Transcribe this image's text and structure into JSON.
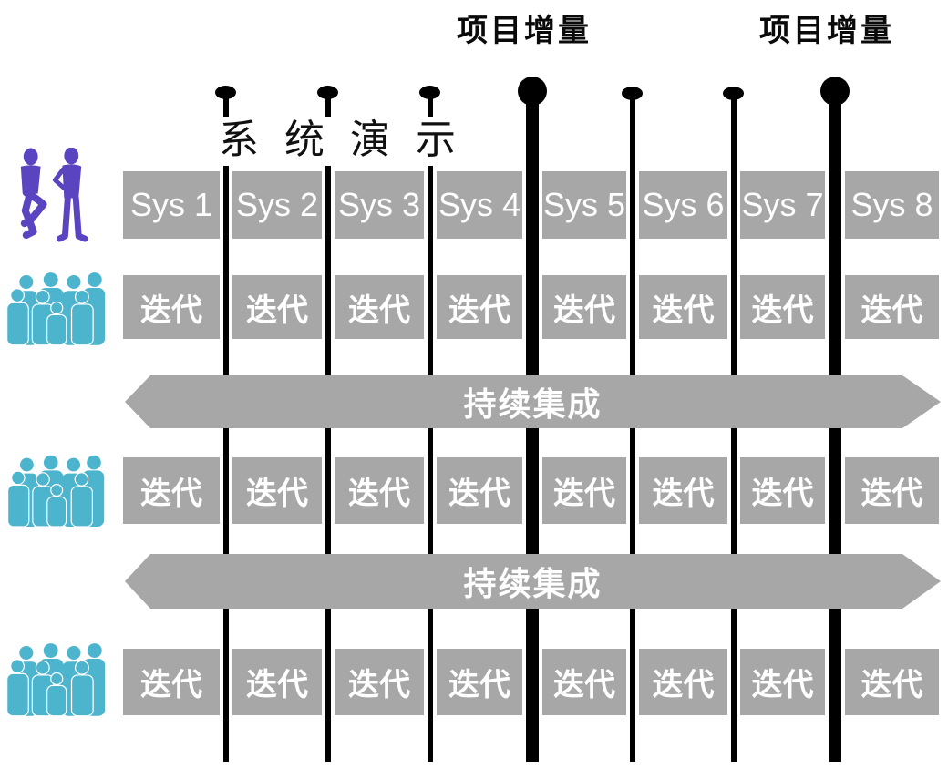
{
  "diagram": {
    "increment_labels": [
      "项目增量",
      "项目增量"
    ],
    "system_demo_label": "系统演示",
    "sys_row": {
      "cells": [
        "Sys 1",
        "Sys 2",
        "Sys 3",
        "Sys 4",
        "Sys 5",
        "Sys 6",
        "Sys 7",
        "Sys 8"
      ]
    },
    "iteration_rows": [
      {
        "cells": [
          "迭代",
          "迭代",
          "迭代",
          "迭代",
          "迭代",
          "迭代",
          "迭代",
          "迭代"
        ]
      },
      {
        "cells": [
          "迭代",
          "迭代",
          "迭代",
          "迭代",
          "迭代",
          "迭代",
          "迭代",
          "迭代"
        ]
      },
      {
        "cells": [
          "迭代",
          "迭代",
          "迭代",
          "迭代",
          "迭代",
          "迭代",
          "迭代",
          "迭代"
        ]
      }
    ],
    "integration_bands": [
      {
        "label": "持续集成"
      },
      {
        "label": "持续集成"
      }
    ],
    "icons": {
      "stakeholder_pair": "business-people-icon",
      "team_crowd": "team-crowd-icon",
      "increment_marker": "milestone-dot-icon",
      "demo_marker": "pin-dot-icon"
    },
    "colors": {
      "box_gray": "#a7a7a7",
      "people_purple": "#5b44c0",
      "people_teal": "#4cb4cd",
      "marker_black": "#000000",
      "text_white": "#ffffff"
    }
  }
}
